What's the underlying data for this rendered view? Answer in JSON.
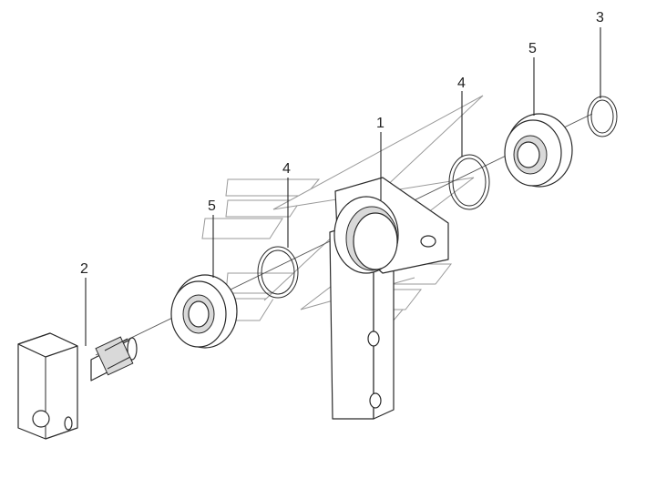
{
  "callouts": [
    {
      "id": "callout-1",
      "text": "1"
    },
    {
      "id": "callout-2",
      "text": "2"
    },
    {
      "id": "callout-3",
      "text": "3"
    },
    {
      "id": "callout-4-right",
      "text": "4"
    },
    {
      "id": "callout-4-left",
      "text": "4"
    },
    {
      "id": "callout-5-right",
      "text": "5"
    },
    {
      "id": "callout-5-left",
      "text": "5"
    }
  ],
  "colors": {
    "line": "#2a2a2a",
    "shade": "#d9d9d9",
    "watermark": "#9a9a9a",
    "background": "#ffffff"
  },
  "watermark_icon": "stylized-logo-watermark"
}
